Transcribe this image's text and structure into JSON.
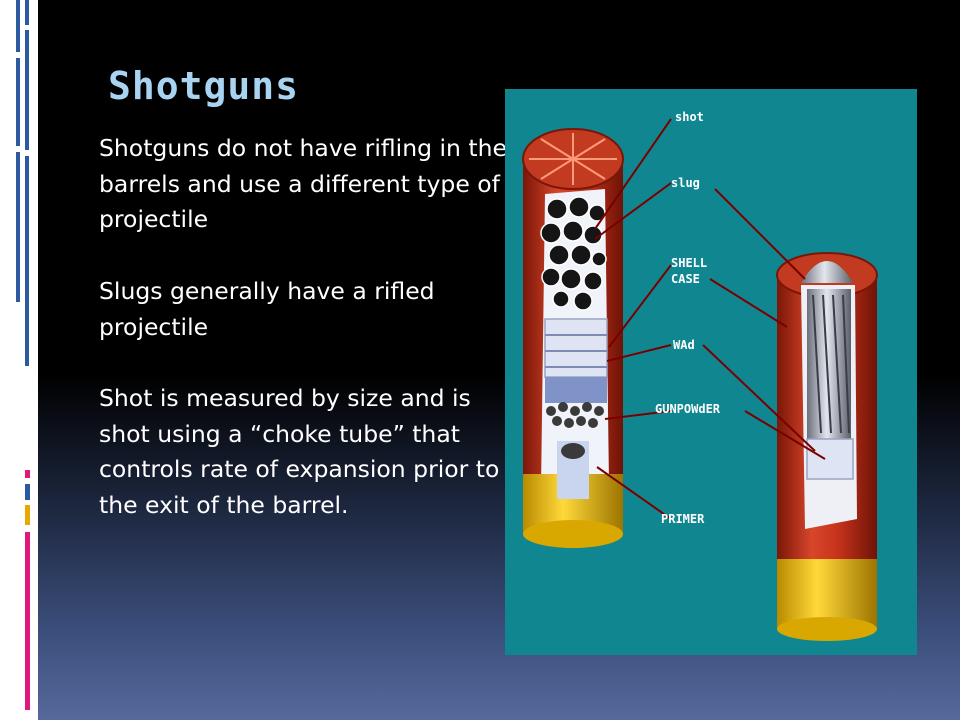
{
  "slide": {
    "title": "Shotguns",
    "paragraphs": [
      "Shotguns do not have rifling in the barrels and use a different type of projectile",
      "Slugs generally have a rifled projectile",
      "Shot is measured by size and is shot using a “choke tube” that controls rate of expansion prior to the exit of the barrel."
    ]
  },
  "figure": {
    "labels": {
      "shot": "shot",
      "slug": "slug",
      "shell_line1": "SHELL",
      "shell_line2": "CASE",
      "wad": "WAd",
      "gunpowder": "GUNPOWdER",
      "primer": "PRIMER"
    }
  },
  "colors": {
    "title": "#a8d4f2",
    "figure_background": "#0f8690",
    "shell_red": "#c8331c",
    "brass": "#f2c21a",
    "accent_pink": "#e0177d",
    "accent_blue": "#2c5aa0",
    "accent_gold": "#e8a800"
  }
}
